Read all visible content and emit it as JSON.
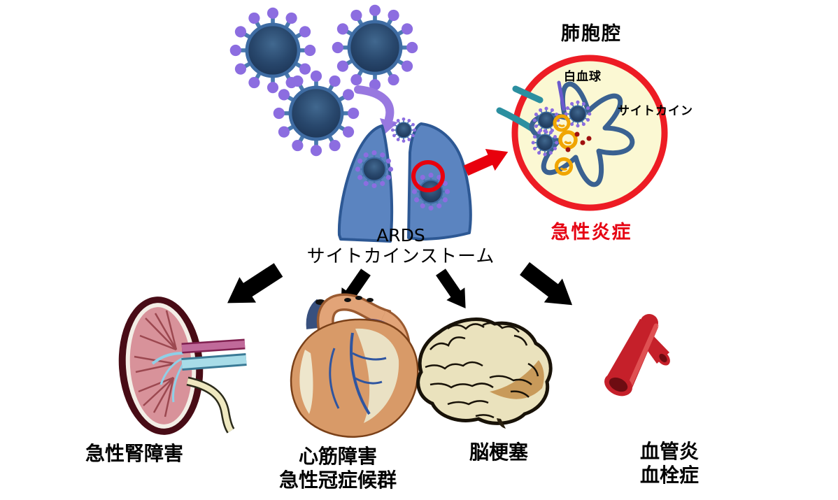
{
  "figure": {
    "background": "#ffffff",
    "alveolus": {
      "title": "肺胞腔",
      "wbc_label": "白血球",
      "cytokine_label": "サイトカイン",
      "inflammation_label": "急性炎症"
    },
    "lungs": {
      "line1": "ARDS",
      "line2": "サイトカインストーム"
    },
    "organs": [
      {
        "name": "kidney",
        "label_lines": {
          "0": "急性腎障害"
        }
      },
      {
        "name": "heart",
        "label_lines": {
          "0": "心筋障害",
          "1": "急性冠症候群"
        }
      },
      {
        "name": "brain",
        "label_lines": {
          "0": "脳梗塞"
        }
      },
      {
        "name": "blood-vessel",
        "label_lines": {
          "0": "血管炎",
          "1": "血栓症"
        }
      }
    ],
    "icons": {
      "virus": "coronavirus-particle",
      "curved_arrow": "purple-curved-arrow",
      "lungs": "blue-lungs",
      "magnifier_circle": "alveolus-magnified-circle",
      "wbc": "white-blood-cell-outline",
      "cytokine": "gold-cytokine-ring",
      "red_arrow": "red-block-arrow",
      "black_arrow": "black-block-arrow",
      "kidney": "kidney-illustration",
      "heart": "heart-illustration",
      "brain": "brain-illustration",
      "vessel": "red-blood-vessel-tube"
    },
    "colors": {
      "accent_red": "#e60012",
      "alveolus_fill": "#fbf8d3",
      "alveolus_border": "#ed1c24",
      "virus_body": "#27466b",
      "virus_spike": "#8c6de0",
      "lung_blue": "#5b84c0",
      "lung_outline": "#2d5894",
      "cytokine_gold": "#f0a500",
      "wbc_outline": "#3a6191",
      "teal_capillary": "#2b8fa0",
      "vessel_red": "#c5202a"
    }
  }
}
